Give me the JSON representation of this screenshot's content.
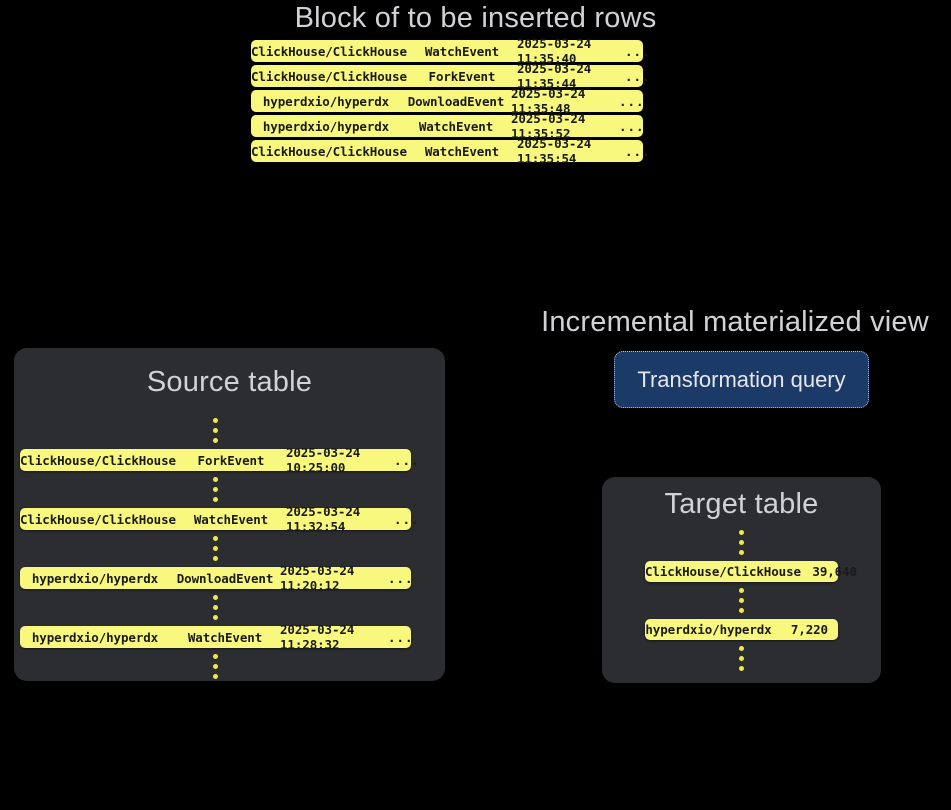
{
  "block": {
    "title": "Block of to be inserted rows",
    "rows": [
      {
        "repo": "ClickHouse/ClickHouse",
        "event": "WatchEvent",
        "time": "2025-03-24 11:35:40",
        "more": "..."
      },
      {
        "repo": "ClickHouse/ClickHouse",
        "event": "ForkEvent",
        "time": "2025-03-24 11:35:44",
        "more": "..."
      },
      {
        "repo": "hyperdxio/hyperdx",
        "event": "DownloadEvent",
        "time": "2025-03-24 11:35:48",
        "more": "..."
      },
      {
        "repo": "hyperdxio/hyperdx",
        "event": "WatchEvent",
        "time": "2025-03-24 11:35:52",
        "more": "..."
      },
      {
        "repo": "ClickHouse/ClickHouse",
        "event": "WatchEvent",
        "time": "2025-03-24 11:35:54",
        "more": "..."
      }
    ]
  },
  "source_table": {
    "title": "Source table",
    "rows": [
      {
        "repo": "ClickHouse/ClickHouse",
        "event": "ForkEvent",
        "time": "2025-03-24 10:25:00",
        "more": "..."
      },
      {
        "repo": "ClickHouse/ClickHouse",
        "event": "WatchEvent",
        "time": "2025-03-24 11:32:54",
        "more": "..."
      },
      {
        "repo": "hyperdxio/hyperdx",
        "event": "DownloadEvent",
        "time": "2025-03-24 11:20:12",
        "more": "..."
      },
      {
        "repo": "hyperdxio/hyperdx",
        "event": "WatchEvent",
        "time": "2025-03-24 11:28:32",
        "more": "..."
      }
    ]
  },
  "materialized_view": {
    "title": "Incremental materialized view",
    "query_label": "Transformation query"
  },
  "target_table": {
    "title": "Target table",
    "rows": [
      {
        "repo": "ClickHouse/ClickHouse",
        "count": "39,640"
      },
      {
        "repo": "hyperdxio/hyperdx",
        "count": "7,220"
      }
    ]
  },
  "colors": {
    "background": "#000000",
    "panel": "#2c2d31",
    "row_yellow": "#f8f87f",
    "query_blue": "#1b3a68",
    "heading_text": "#d2d2d6",
    "dot_yellow": "#f0e94a"
  }
}
